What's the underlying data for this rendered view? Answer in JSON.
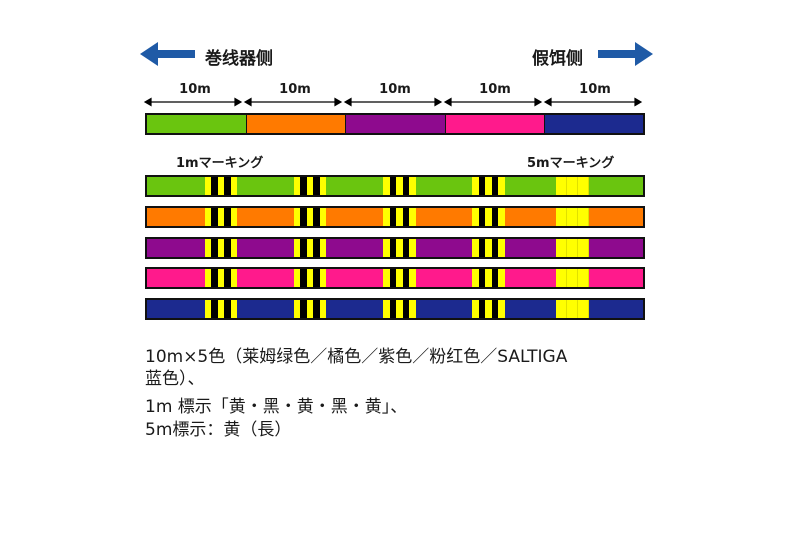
{
  "header": {
    "left_label": "巻线器侧",
    "right_label": "假饵侧",
    "arrow_color": "#1f5aa6"
  },
  "segments": {
    "length_label": "10m",
    "colors": [
      "#6ac50f",
      "#ff7a00",
      "#8e0a8e",
      "#ff1a8c",
      "#1c2a8f"
    ]
  },
  "markers": {
    "one_meter_label": "1mマーキング",
    "five_meter_label": "5mマーキング",
    "yellow": "#ffff00",
    "black": "#000000"
  },
  "description": {
    "line1": "10m×5色（莱姆绿色／橘色／紫色／粉红色／SALTIGA",
    "line2": "蓝色）、",
    "line3": "1m 標示「黄・黑・黄・黑・黄」、",
    "line4": "5m標示：黄（長）"
  }
}
